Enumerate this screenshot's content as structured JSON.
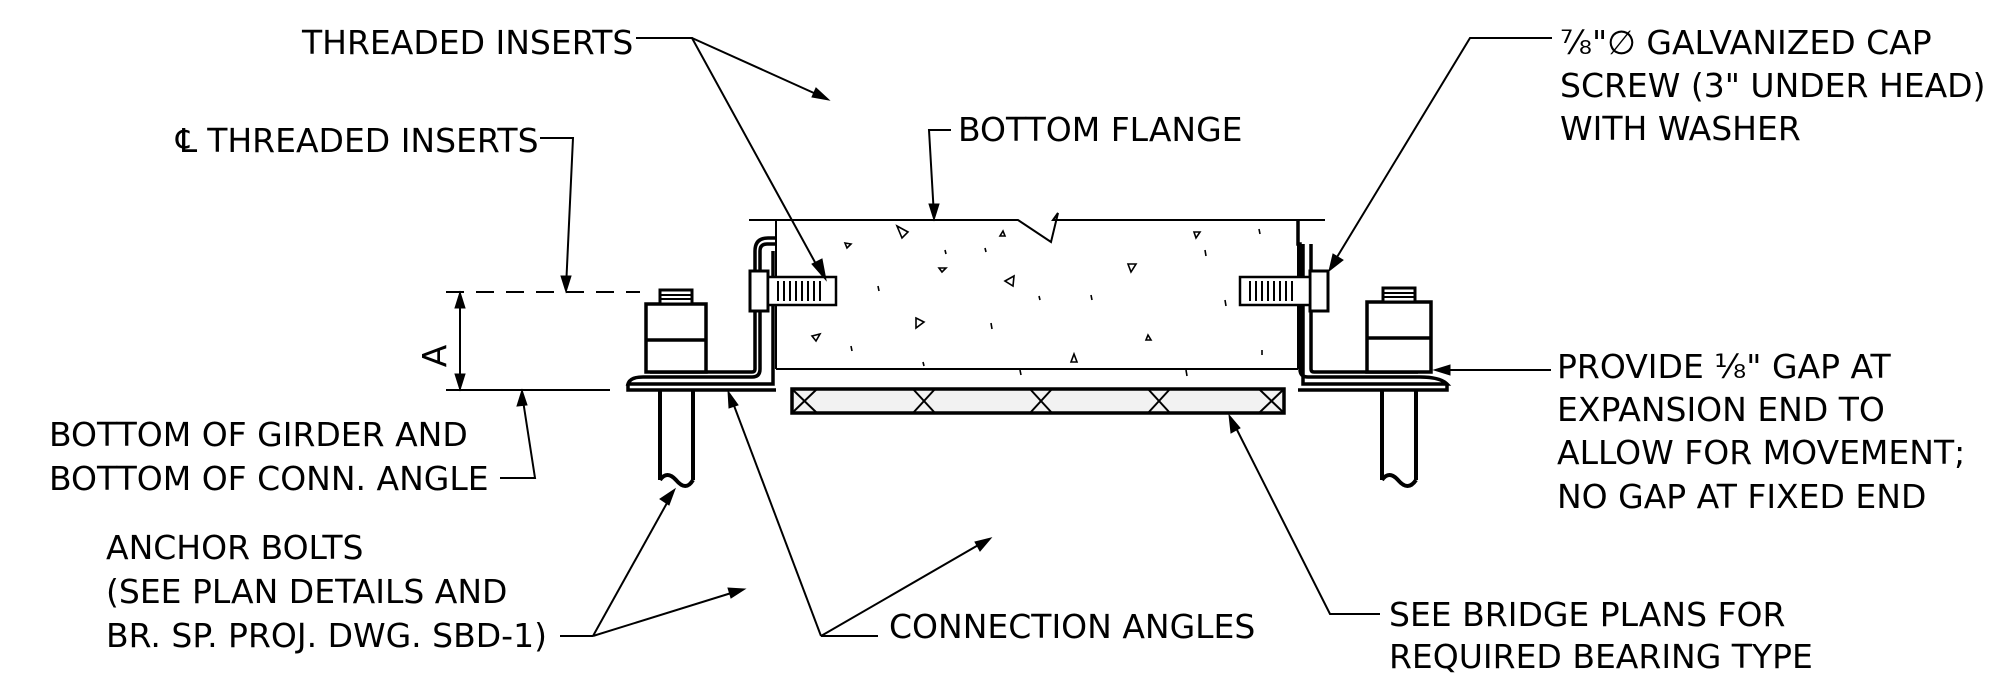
{
  "labels": {
    "threaded_inserts": "THREADED INSERTS",
    "cl_symbol": "℄",
    "cl_threaded_inserts": "THREADED INSERTS",
    "bottom_flange": "BOTTOM FLANGE",
    "cap_screw_line1_frac": "⅞\"",
    "cap_screw_line1_rest": "∅ GALVANIZED CAP",
    "cap_screw_line2": "SCREW (3\" UNDER HEAD)",
    "cap_screw_line3": "WITH WASHER",
    "dim_a": "A",
    "bottom_girder_line1": "BOTTOM OF GIRDER AND",
    "bottom_girder_line2": "BOTTOM OF CONN. ANGLE",
    "gap_line1_pre": "PROVIDE ",
    "gap_line1_frac": "⅛\"",
    "gap_line1_post": " GAP AT",
    "gap_line2": "EXPANSION END TO",
    "gap_line3": "ALLOW FOR MOVEMENT;",
    "gap_line4": "NO GAP AT FIXED END",
    "anchor_line1": "ANCHOR BOLTS",
    "anchor_line2": "(SEE PLAN DETAILS AND",
    "anchor_line3": "BR. SP. PROJ. DWG. SBD-1)",
    "connection_angles": "CONNECTION ANGLES",
    "bearing_line1": "SEE BRIDGE PLANS FOR",
    "bearing_line2": "REQUIRED BEARING TYPE"
  },
  "colors": {
    "ink": "#000000",
    "background": "#ffffff",
    "bearing_pad_fill": "#f2f2f2"
  }
}
